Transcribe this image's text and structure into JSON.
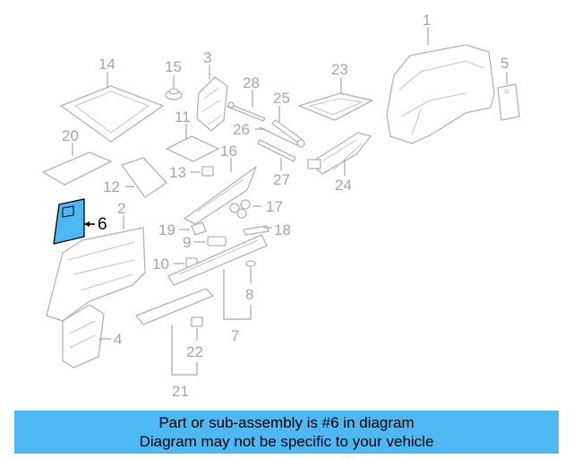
{
  "colors": {
    "banner": "#4db8f2",
    "highlight_part": "#4db8f2",
    "part_stroke": "#b3b3b3",
    "label_gray": "#a6a6a6"
  },
  "callouts": {
    "c1": "1",
    "c2": "2",
    "c3": "3",
    "c4": "4",
    "c5": "5",
    "c6": "6",
    "c7": "7",
    "c8": "8",
    "c9": "9",
    "c10": "10",
    "c11": "11",
    "c12": "12",
    "c13": "13",
    "c14": "14",
    "c15": "15",
    "c16": "16",
    "c17": "17",
    "c18": "18",
    "c19": "19",
    "c20": "20",
    "c21": "21",
    "c22": "22",
    "c23": "23",
    "c24": "24",
    "c25": "25",
    "c26": "26",
    "c27": "27",
    "c28": "28"
  },
  "banner": {
    "line1": "Part or sub-assembly is #6 in diagram",
    "line2": "Diagram may not be specific to your vehicle"
  }
}
